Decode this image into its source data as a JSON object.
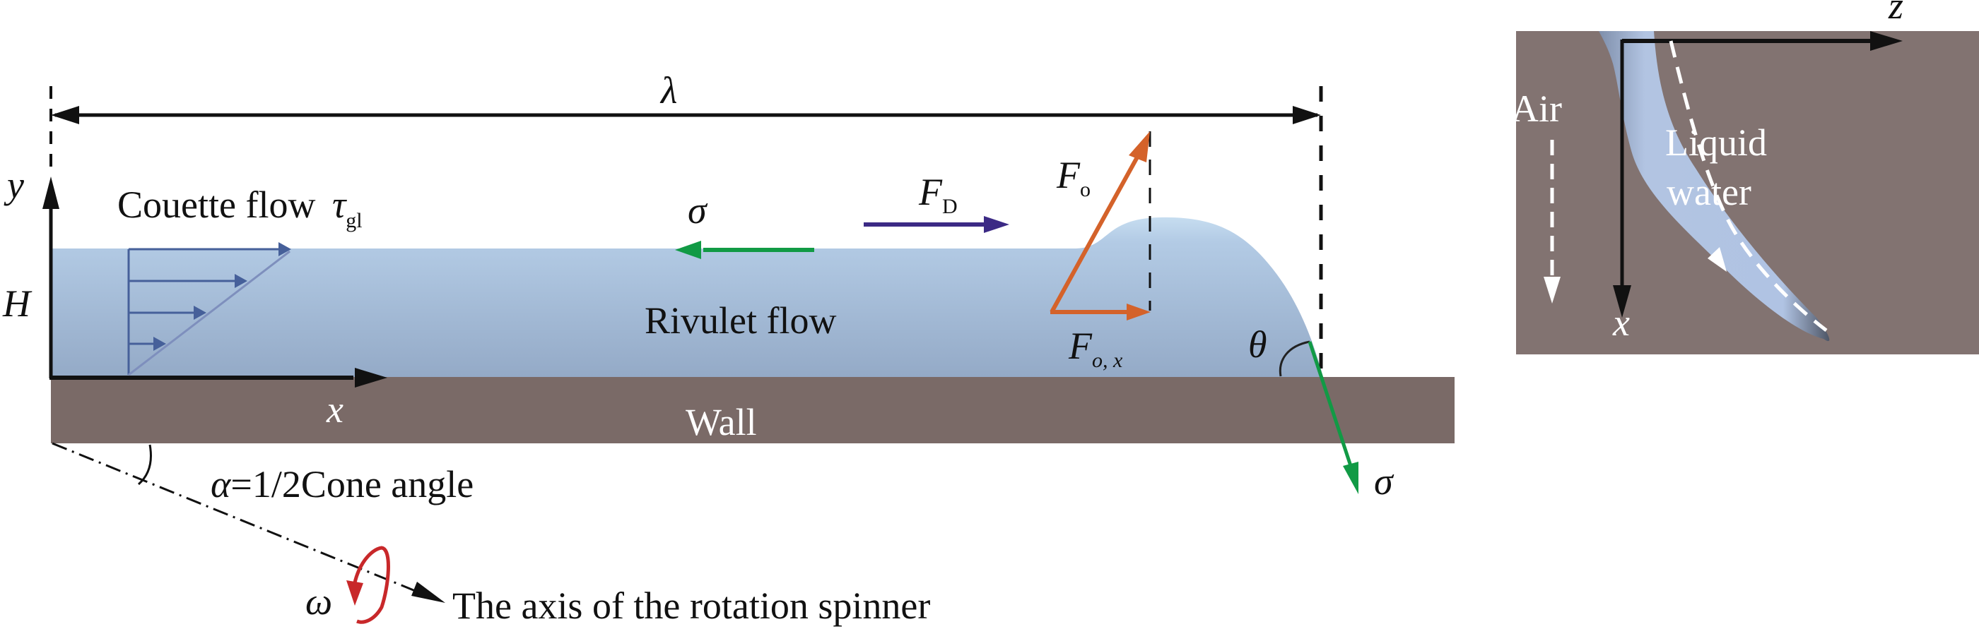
{
  "left_panel": {
    "wavelength_label": "λ",
    "y_axis_label": "y",
    "x_axis_label": "x",
    "height_label": "H",
    "couette_label": "Couette flow",
    "couette_symbol": "τ",
    "couette_subscript": "gl",
    "surface_tension_label": "σ",
    "drag_force_label": "F",
    "drag_force_subscript": "D",
    "rivulet_label": "Rivulet flow",
    "force_o_label": "F",
    "force_o_subscript": "o",
    "force_ox_label": "F",
    "force_ox_subscript": "o, x",
    "contact_angle_label": "θ",
    "surface_tension_contact_label": "σ",
    "wall_label": "Wall",
    "cone_angle_symbol": "α",
    "cone_angle_text": "=1/2Cone angle",
    "omega_label": "ω",
    "rotation_axis_label": "The axis of the rotation spinner"
  },
  "right_panel": {
    "z_axis_label": "z",
    "x_axis_label": "x",
    "air_label": "Air",
    "liquid_label_line1": "Liquid",
    "liquid_label_line2": "water"
  },
  "colors": {
    "wall": "#7a6a67",
    "water_top": "#c3dbef",
    "water_bottom": "#93a9c6",
    "surface_tension_arrow": "#119a45",
    "drag_arrow": "#3c2a85",
    "force_o_arrow": "#d4622a",
    "omega_arrow": "#c8282a",
    "couette_profile": "#46609a",
    "right_bg": "#827371",
    "rivulet_fill": "#adc2e2"
  }
}
